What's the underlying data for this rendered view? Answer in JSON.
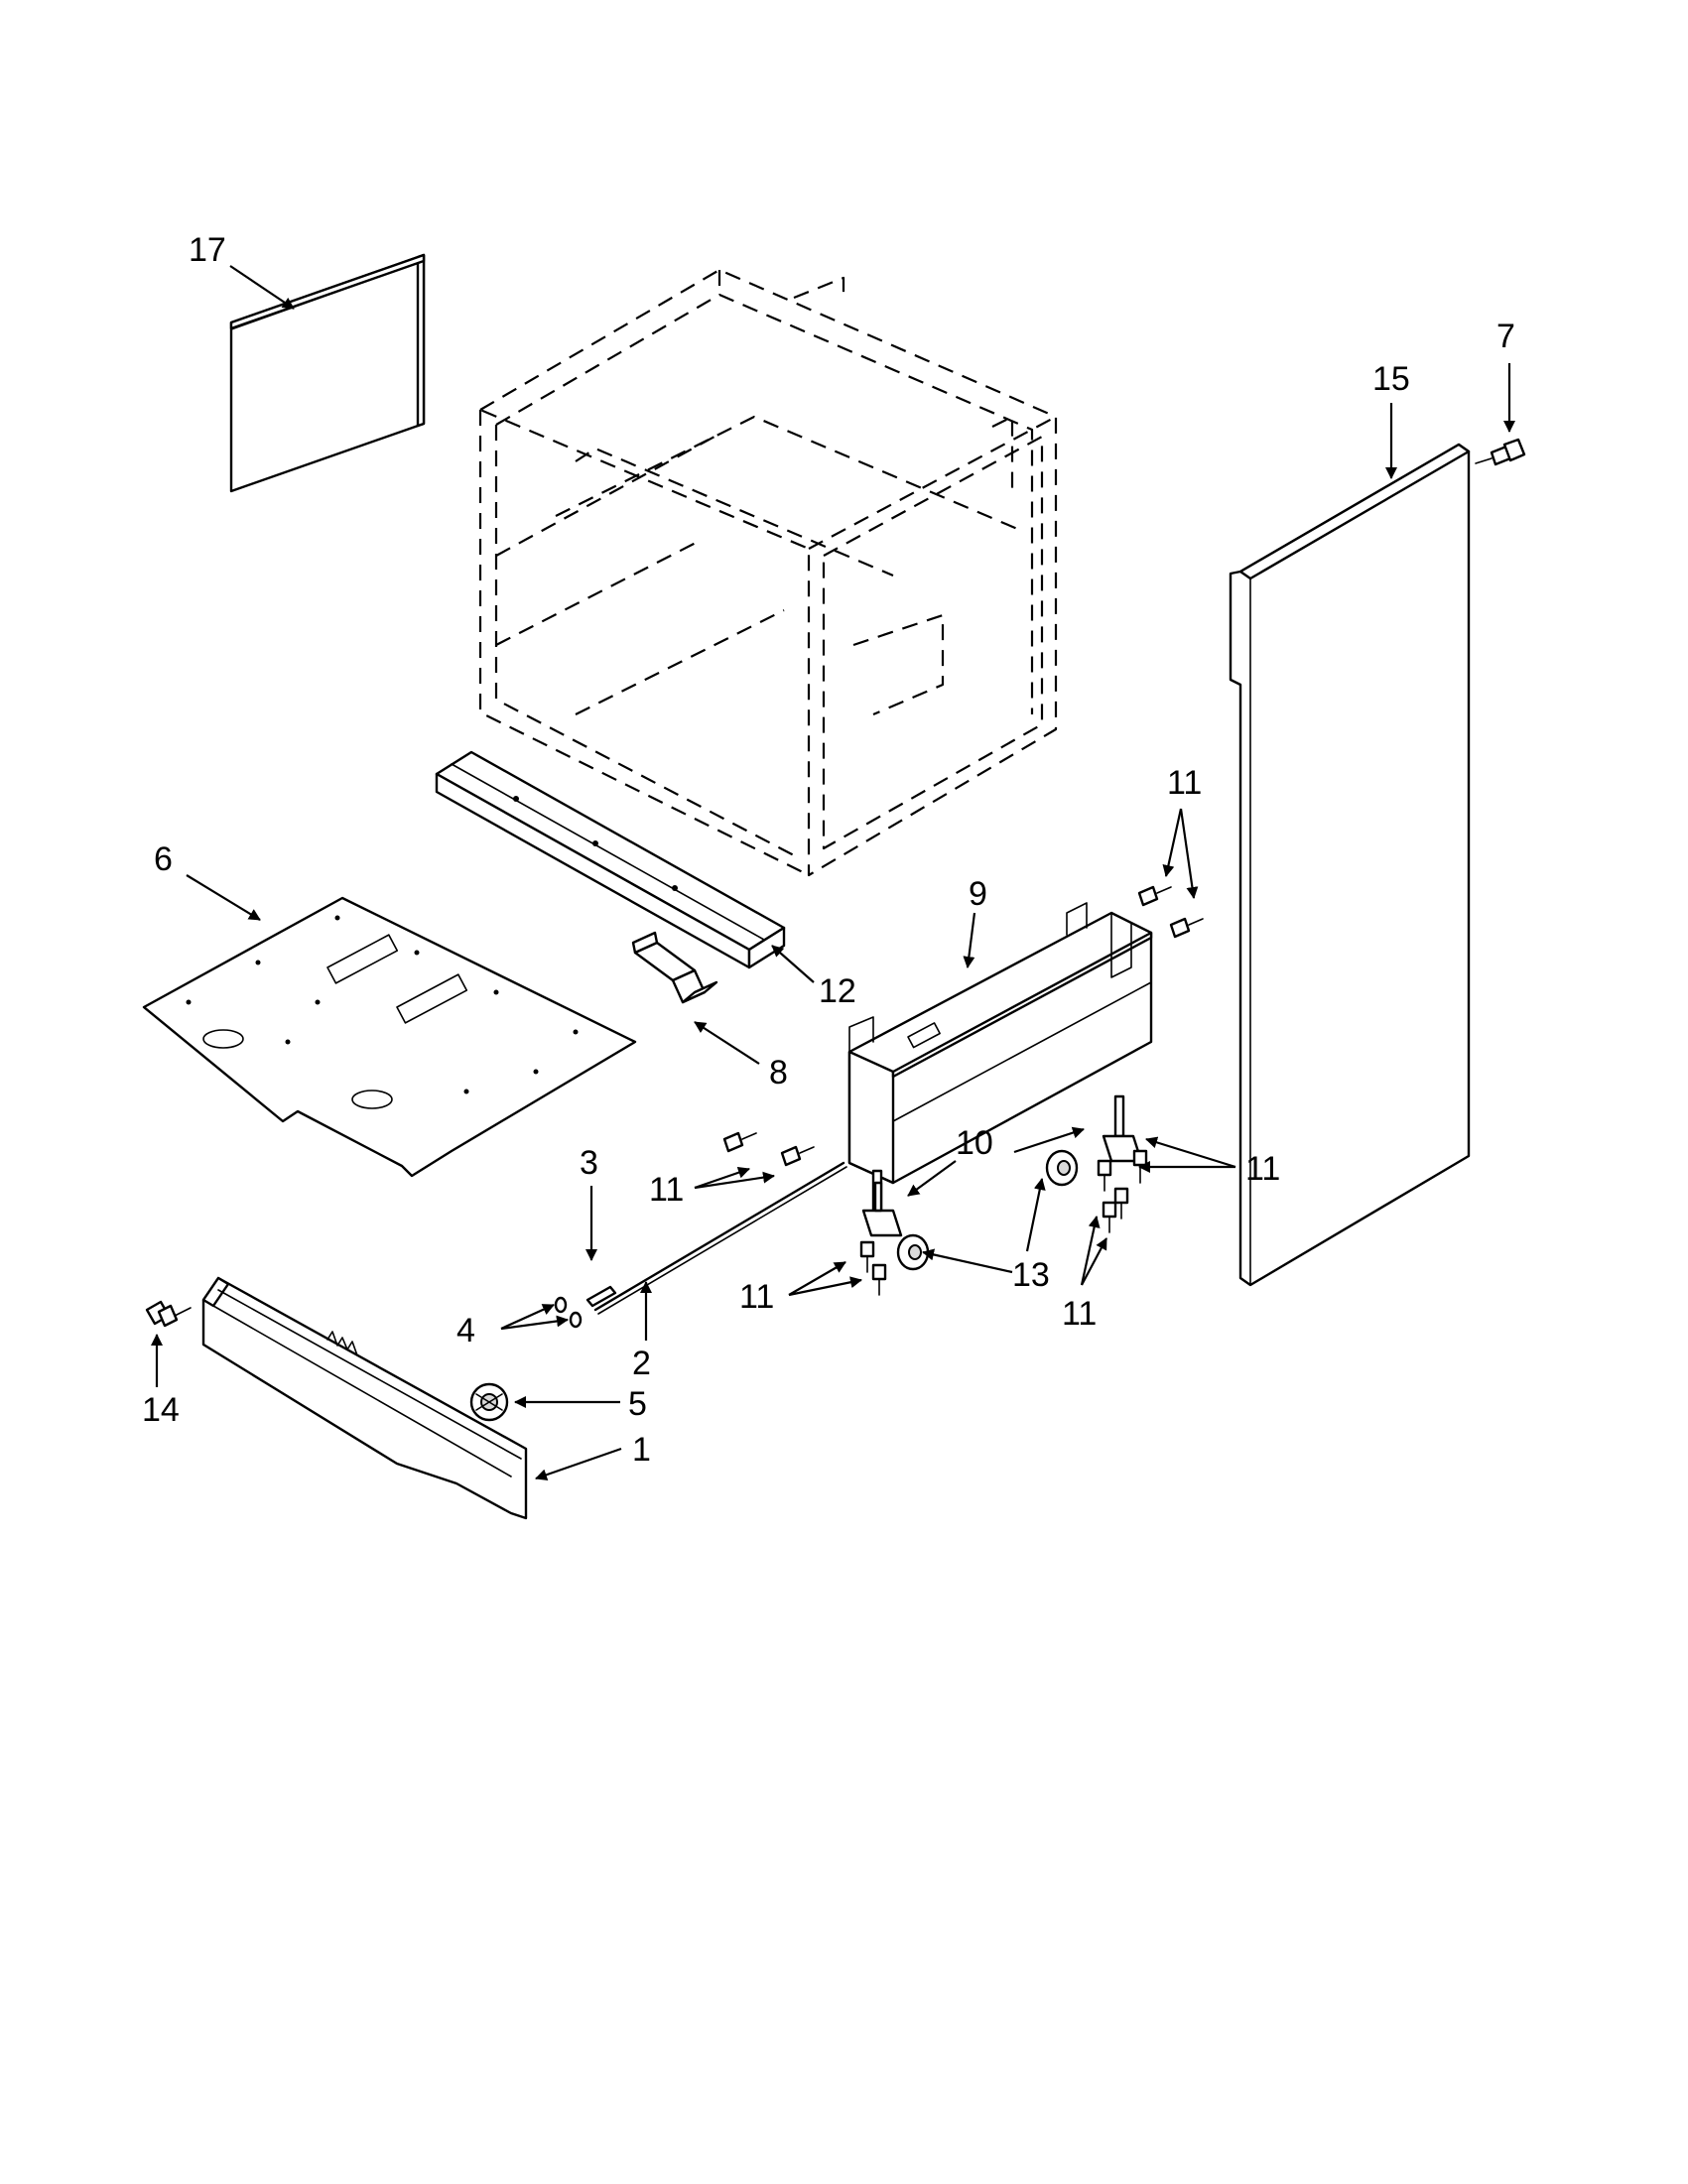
{
  "callouts": [
    {
      "id": "17",
      "text": "17"
    },
    {
      "id": "7",
      "text": "7"
    },
    {
      "id": "15",
      "text": "15"
    },
    {
      "id": "11a",
      "text": "11"
    },
    {
      "id": "6",
      "text": "6"
    },
    {
      "id": "9",
      "text": "9"
    },
    {
      "id": "12",
      "text": "12"
    },
    {
      "id": "8",
      "text": "8"
    },
    {
      "id": "3",
      "text": "3"
    },
    {
      "id": "10",
      "text": "10"
    },
    {
      "id": "11b",
      "text": "11"
    },
    {
      "id": "11c",
      "text": "11"
    },
    {
      "id": "13",
      "text": "13"
    },
    {
      "id": "11d",
      "text": "11"
    },
    {
      "id": "11e",
      "text": "11"
    },
    {
      "id": "4",
      "text": "4"
    },
    {
      "id": "2",
      "text": "2"
    },
    {
      "id": "5",
      "text": "5"
    },
    {
      "id": "14",
      "text": "14"
    },
    {
      "id": "1",
      "text": "1"
    }
  ]
}
